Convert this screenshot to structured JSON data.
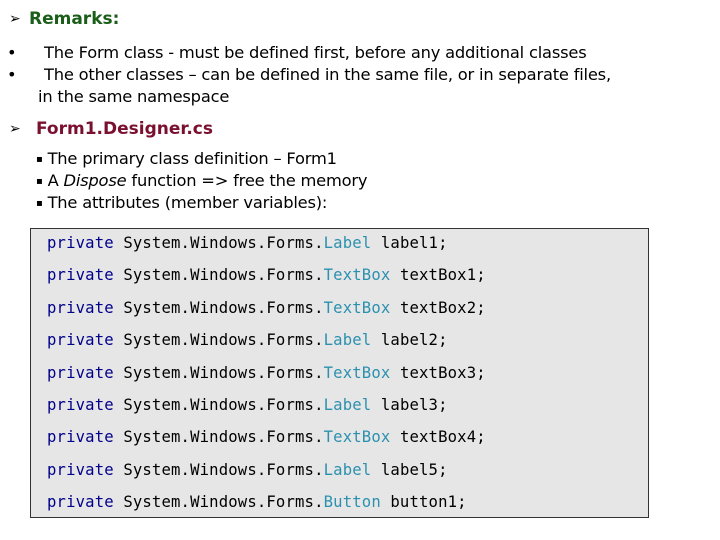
{
  "remarks": {
    "heading": "Remarks:",
    "color": "#1a5e1a",
    "bullets": [
      "The Form class - must be defined first, before any additional classes",
      "The other classes – can be defined in the same file, or in separate files,",
      "in the same namespace"
    ]
  },
  "designer": {
    "heading": "Form1.Designer.cs",
    "color": "#7a1030",
    "items": [
      {
        "pre": "The primary class definition – Form1",
        "em": "",
        "post": ""
      },
      {
        "pre": "A ",
        "em": "Dispose",
        "post": " function => free the memory"
      },
      {
        "pre": "The attributes (member variables):",
        "em": "",
        "post": ""
      }
    ]
  },
  "code": {
    "keyword_color": "#00008b",
    "type_color": "#2b91af",
    "lines": [
      {
        "kw": "private",
        "ns": " System.Windows.Forms.",
        "type": "Label",
        "rest": " label1;"
      },
      {
        "kw": "private",
        "ns": " System.Windows.Forms.",
        "type": "TextBox",
        "rest": " textBox1;"
      },
      {
        "kw": "private",
        "ns": " System.Windows.Forms.",
        "type": "TextBox",
        "rest": " textBox2;"
      },
      {
        "kw": "private",
        "ns": " System.Windows.Forms.",
        "type": "Label",
        "rest": " label2;"
      },
      {
        "kw": "private",
        "ns": " System.Windows.Forms.",
        "type": "TextBox",
        "rest": " textBox3;"
      },
      {
        "kw": "private",
        "ns": " System.Windows.Forms.",
        "type": "Label",
        "rest": " label3;"
      },
      {
        "kw": "private",
        "ns": " System.Windows.Forms.",
        "type": "TextBox",
        "rest": " textBox4;"
      },
      {
        "kw": "private",
        "ns": " System.Windows.Forms.",
        "type": "Label",
        "rest": " label5;"
      },
      {
        "kw": "private",
        "ns": " System.Windows.Forms.",
        "type": "Button",
        "rest": " button1;"
      }
    ]
  }
}
